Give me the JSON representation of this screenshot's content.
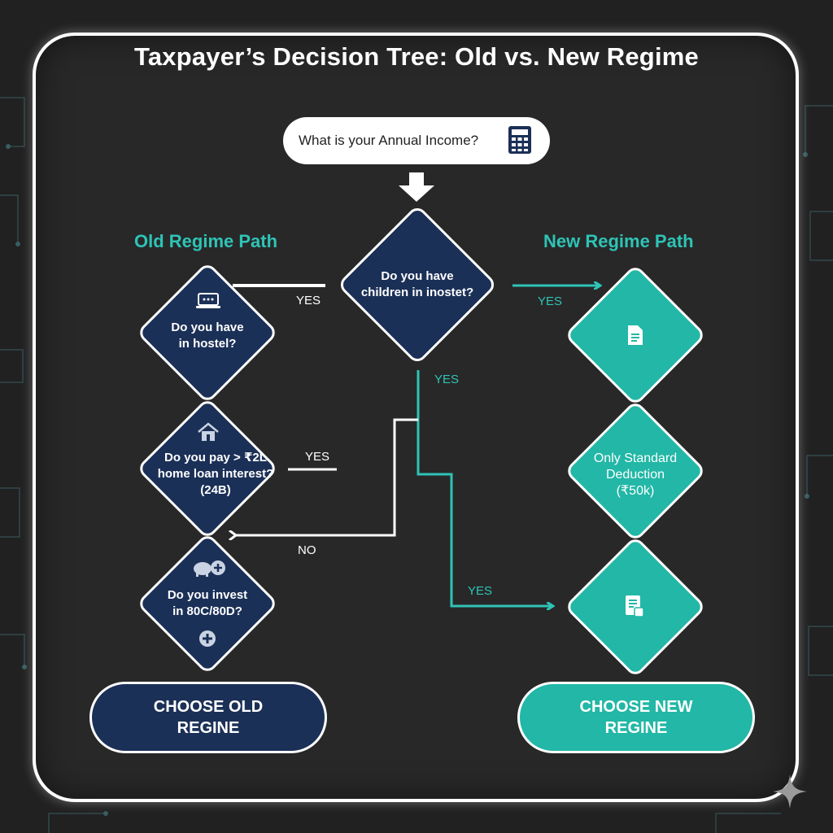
{
  "title": "Taxpayer’s Decision Tree: Old vs. New Regime",
  "start": {
    "label": "What is your Annual Income?",
    "icon": "calculator-icon"
  },
  "old_path": {
    "heading": "Old Regime Path",
    "questions": [
      {
        "text": "Do you have in hostel?",
        "icon": "laptop-icon"
      },
      {
        "text": "Do you pay > ₹2L home loan interest? (24B)",
        "icon": "house-icon"
      },
      {
        "text": "Do you invest in 80C/80D?",
        "icon": "piggy-bank-icon"
      }
    ],
    "result": "CHOOSE OLD REGINE"
  },
  "center_question": {
    "text": "Do you have children in inostet?"
  },
  "new_path": {
    "heading": "New Regime Path",
    "nodes": [
      {
        "text": "",
        "icon": "document-icon"
      },
      {
        "text": "Only Standard Deduction (₹50k)",
        "icon": ""
      },
      {
        "text": "",
        "icon": "form-icon"
      }
    ],
    "result": "CHOOSE NEW REGINE"
  },
  "edge_labels": {
    "center_to_old": "YES",
    "center_to_new": "YES",
    "center_down": "YES",
    "home_loan_yes": "YES",
    "to_old_no": "NO",
    "to_new_bottom": "YES"
  },
  "colors": {
    "navy": "#1b3057",
    "teal": "#22b7a6",
    "background": "#282828",
    "frame": "#ffffff"
  }
}
